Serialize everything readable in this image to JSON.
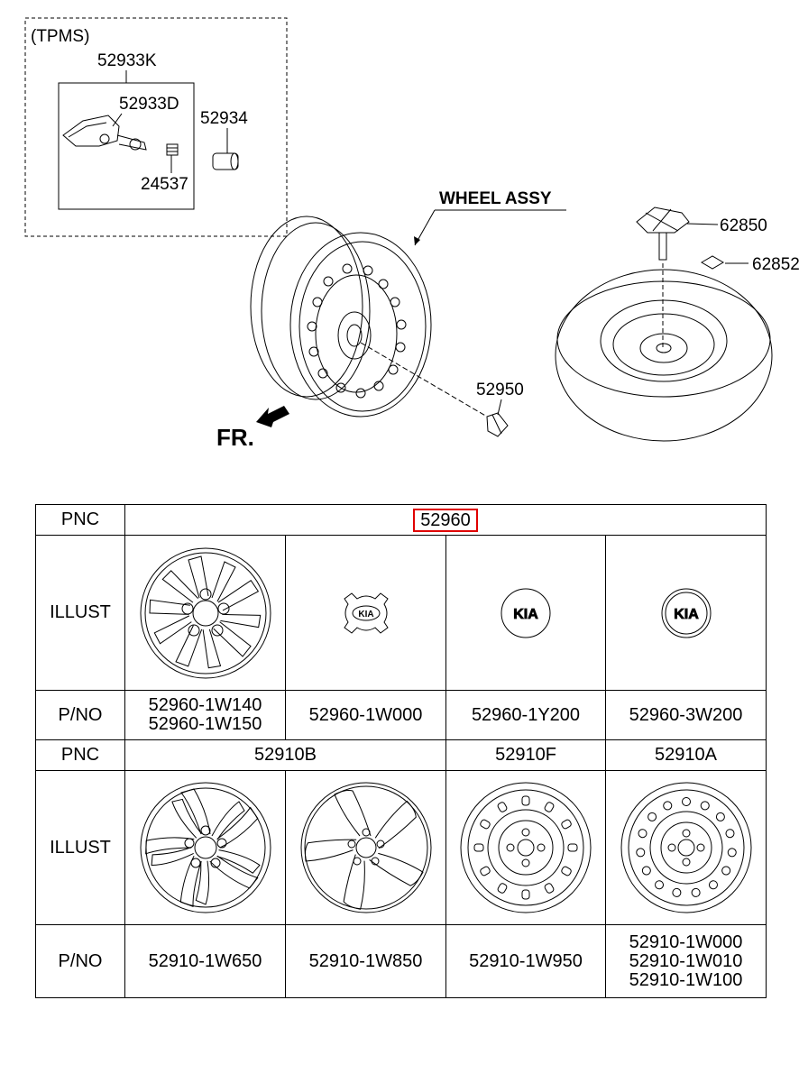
{
  "diagram": {
    "tpms_label": "(TPMS)",
    "callouts": {
      "tpms_kit": "52933K",
      "sensor": "52933D",
      "cap": "52934",
      "valve_nut": "24537",
      "wheel_assy": "WHEEL ASSY",
      "hold_down": "62850",
      "spare_label": "62852",
      "lug_nut": "52950",
      "front_arrow": "FR."
    }
  },
  "table": {
    "row1_pnc_header": "PNC",
    "row1_pnc_value": "52960",
    "illust_header": "ILLUST",
    "pno_header": "P/NO",
    "row1_pnos": [
      "52960-1W140\n52960-1W150",
      "52960-1W000",
      "52960-1Y200",
      "52960-3W200"
    ],
    "row1_logo_text": [
      "KIA",
      "KIA",
      "KIA"
    ],
    "row2_pnc_header": "PNC",
    "row2_pnc_values": [
      "52910B",
      "52910F",
      "52910A"
    ],
    "row2_pnos": [
      "52910-1W650",
      "52910-1W850",
      "52910-1W950",
      "52910-1W000\n52910-1W010\n52910-1W100"
    ]
  },
  "colors": {
    "highlight": "#e00000",
    "line": "#000000"
  }
}
